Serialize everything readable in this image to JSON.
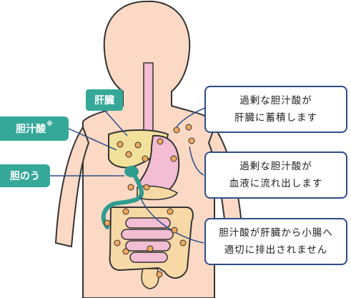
{
  "colors": {
    "skin": "#fbd9c5",
    "outline": "#333333",
    "liver": "#f2e19a",
    "stomach": "#f3bdd3",
    "intestine": "#f7d9a6",
    "bile_dot": "#f0a95c",
    "bile_duct": "#2f9c8f",
    "label_bg": "#36a89a",
    "callout_border": "#2d4d8c"
  },
  "labels": {
    "liver": "肝臓",
    "bile_acid": "胆汁酸",
    "bile_acid_mark": "※",
    "gallbladder": "胆のう"
  },
  "callouts": [
    {
      "line1": "過剰な胆汁酸が",
      "line2": "肝臓に蓄積します"
    },
    {
      "line1": "過剰な胆汁酸が",
      "line2": "血液に流れ出します"
    },
    {
      "line1": "胆汁酸が肝臓から小腸へ",
      "line2": "適切に排出されません"
    }
  ]
}
